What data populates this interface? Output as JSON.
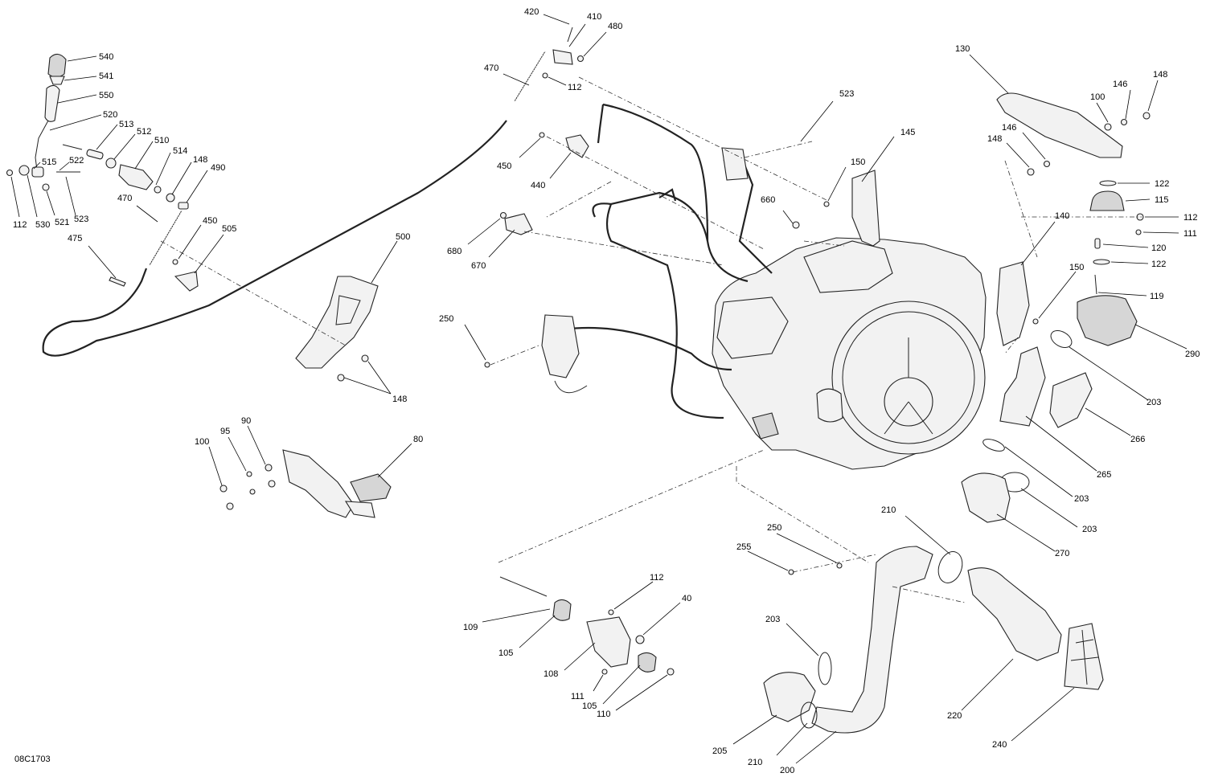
{
  "diagram": {
    "reference_code": "08C1703",
    "callouts": [
      {
        "id": "c540",
        "text": "540"
      },
      {
        "id": "c541",
        "text": "541"
      },
      {
        "id": "c550",
        "text": "550"
      },
      {
        "id": "c520",
        "text": "520"
      },
      {
        "id": "c513",
        "text": "513"
      },
      {
        "id": "c512",
        "text": "512"
      },
      {
        "id": "c510",
        "text": "510"
      },
      {
        "id": "c514",
        "text": "514"
      },
      {
        "id": "c148a",
        "text": "148"
      },
      {
        "id": "c490",
        "text": "490"
      },
      {
        "id": "c522",
        "text": "522"
      },
      {
        "id": "c515",
        "text": "515"
      },
      {
        "id": "c112a",
        "text": "112"
      },
      {
        "id": "c530",
        "text": "530"
      },
      {
        "id": "c521",
        "text": "521"
      },
      {
        "id": "c523a",
        "text": "523"
      },
      {
        "id": "c470a",
        "text": "470"
      },
      {
        "id": "c450a",
        "text": "450"
      },
      {
        "id": "c505",
        "text": "505"
      },
      {
        "id": "c475",
        "text": "475"
      },
      {
        "id": "c500",
        "text": "500"
      },
      {
        "id": "c148b",
        "text": "148"
      },
      {
        "id": "c420",
        "text": "420"
      },
      {
        "id": "c410",
        "text": "410"
      },
      {
        "id": "c480",
        "text": "480"
      },
      {
        "id": "c470b",
        "text": "470"
      },
      {
        "id": "c112b",
        "text": "112"
      },
      {
        "id": "c450b",
        "text": "450"
      },
      {
        "id": "c440",
        "text": "440"
      },
      {
        "id": "c680",
        "text": "680"
      },
      {
        "id": "c670",
        "text": "670"
      },
      {
        "id": "c250a",
        "text": "250"
      },
      {
        "id": "c523b",
        "text": "523"
      },
      {
        "id": "c145",
        "text": "145"
      },
      {
        "id": "c150a",
        "text": "150"
      },
      {
        "id": "c660",
        "text": "660"
      },
      {
        "id": "c130",
        "text": "130"
      },
      {
        "id": "c148c",
        "text": "148"
      },
      {
        "id": "c146a",
        "text": "146"
      },
      {
        "id": "c100a",
        "text": "100"
      },
      {
        "id": "c146b",
        "text": "146"
      },
      {
        "id": "c148d",
        "text": "148"
      },
      {
        "id": "c122a",
        "text": "122"
      },
      {
        "id": "c115",
        "text": "115"
      },
      {
        "id": "c112c",
        "text": "112"
      },
      {
        "id": "c111a",
        "text": "111"
      },
      {
        "id": "c140",
        "text": "140"
      },
      {
        "id": "c120",
        "text": "120"
      },
      {
        "id": "c122b",
        "text": "122"
      },
      {
        "id": "c150b",
        "text": "150"
      },
      {
        "id": "c119",
        "text": "119"
      },
      {
        "id": "c290",
        "text": "290"
      },
      {
        "id": "c203a",
        "text": "203"
      },
      {
        "id": "c266",
        "text": "266"
      },
      {
        "id": "c265",
        "text": "265"
      },
      {
        "id": "c203b",
        "text": "203"
      },
      {
        "id": "c203c",
        "text": "203"
      },
      {
        "id": "c270",
        "text": "270"
      },
      {
        "id": "c100b",
        "text": "100"
      },
      {
        "id": "c95",
        "text": "95"
      },
      {
        "id": "c90",
        "text": "90"
      },
      {
        "id": "c80",
        "text": "80"
      },
      {
        "id": "c210a",
        "text": "210"
      },
      {
        "id": "c250b",
        "text": "250"
      },
      {
        "id": "c255",
        "text": "255"
      },
      {
        "id": "c112d",
        "text": "112"
      },
      {
        "id": "c40",
        "text": "40"
      },
      {
        "id": "c109",
        "text": "109"
      },
      {
        "id": "c105a",
        "text": "105"
      },
      {
        "id": "c108",
        "text": "108"
      },
      {
        "id": "c111b",
        "text": "111"
      },
      {
        "id": "c105b",
        "text": "105"
      },
      {
        "id": "c110",
        "text": "110"
      },
      {
        "id": "c203d",
        "text": "203"
      },
      {
        "id": "c220",
        "text": "220"
      },
      {
        "id": "c240",
        "text": "240"
      },
      {
        "id": "c205",
        "text": "205"
      },
      {
        "id": "c210b",
        "text": "210"
      },
      {
        "id": "c200",
        "text": "200"
      }
    ]
  }
}
